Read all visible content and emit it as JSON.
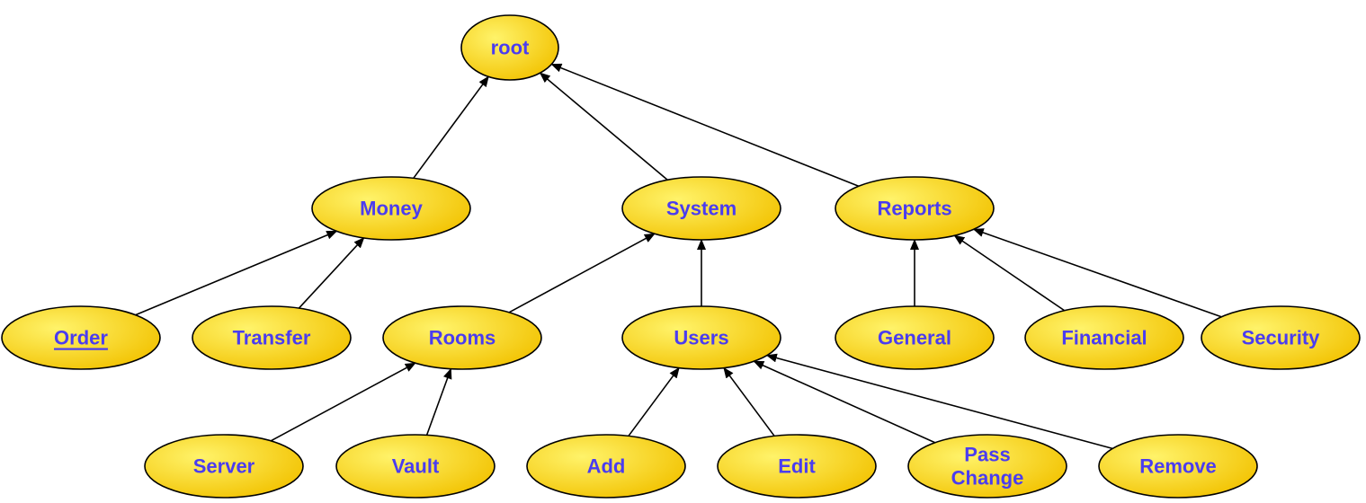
{
  "colors": {
    "node_fill_light": "#fff36a",
    "node_fill_dark": "#f2c200",
    "node_stroke": "#000000",
    "label_text": "#4a3cf0",
    "edge": "#000000"
  },
  "nodes": [
    {
      "id": "root",
      "lines": [
        "root"
      ]
    },
    {
      "id": "money",
      "lines": [
        "Money"
      ]
    },
    {
      "id": "system",
      "lines": [
        "System"
      ]
    },
    {
      "id": "reports",
      "lines": [
        "Reports"
      ]
    },
    {
      "id": "order",
      "lines": [
        "Order"
      ],
      "link": true
    },
    {
      "id": "transfer",
      "lines": [
        "Transfer"
      ]
    },
    {
      "id": "rooms",
      "lines": [
        "Rooms"
      ]
    },
    {
      "id": "users",
      "lines": [
        "Users"
      ]
    },
    {
      "id": "general",
      "lines": [
        "General"
      ]
    },
    {
      "id": "financial",
      "lines": [
        "Financial"
      ]
    },
    {
      "id": "security",
      "lines": [
        "Security"
      ]
    },
    {
      "id": "server",
      "lines": [
        "Server"
      ]
    },
    {
      "id": "vault",
      "lines": [
        "Vault"
      ]
    },
    {
      "id": "add",
      "lines": [
        "Add"
      ]
    },
    {
      "id": "edit",
      "lines": [
        "Edit"
      ]
    },
    {
      "id": "pass-change",
      "lines": [
        "Pass",
        "Change"
      ]
    },
    {
      "id": "remove",
      "lines": [
        "Remove"
      ]
    }
  ],
  "edges": [
    {
      "from": "money",
      "to": "root"
    },
    {
      "from": "system",
      "to": "root"
    },
    {
      "from": "reports",
      "to": "root"
    },
    {
      "from": "order",
      "to": "money"
    },
    {
      "from": "transfer",
      "to": "money"
    },
    {
      "from": "rooms",
      "to": "system"
    },
    {
      "from": "users",
      "to": "system"
    },
    {
      "from": "general",
      "to": "reports"
    },
    {
      "from": "financial",
      "to": "reports"
    },
    {
      "from": "security",
      "to": "reports"
    },
    {
      "from": "server",
      "to": "rooms"
    },
    {
      "from": "vault",
      "to": "rooms"
    },
    {
      "from": "add",
      "to": "users"
    },
    {
      "from": "edit",
      "to": "users"
    },
    {
      "from": "pass-change",
      "to": "users"
    },
    {
      "from": "remove",
      "to": "users"
    }
  ]
}
